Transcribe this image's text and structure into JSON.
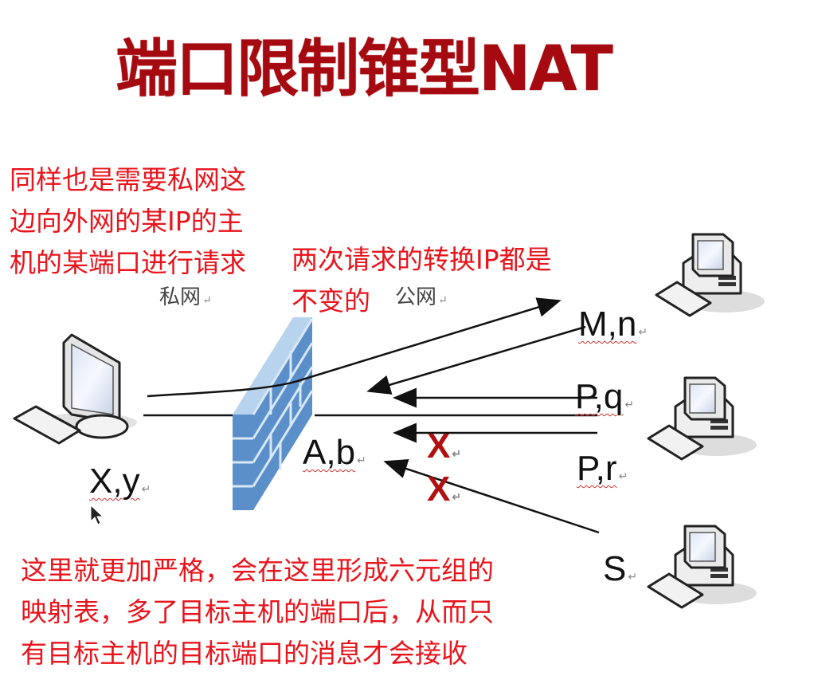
{
  "title": "端口限制锥型NAT",
  "notes": {
    "top_left": [
      "同样也是需要私网这",
      "边向外网的某IP的主",
      "机的某端口进行请求"
    ],
    "top_center": [
      "两次请求的转换IP都是",
      "不变的"
    ],
    "bottom": [
      "这里就更加严格，会在这里形成六元组的",
      "映射表，多了目标主机的端口后，从而只",
      "有目标主机的目标端口的消息才会接收"
    ]
  },
  "labels": {
    "private_net": "私网",
    "public_net": "公网",
    "return_mark": "↵"
  },
  "nodes": {
    "client": {
      "addr": "X,y"
    },
    "nat": {
      "addr": "A,b"
    },
    "host_m": {
      "addr": "M,n"
    },
    "host_p_q": {
      "addr": "P,q"
    },
    "host_p_r": {
      "addr": "P,r"
    },
    "host_s": {
      "addr": "S"
    }
  },
  "blocked": {
    "mark": "X",
    "count": 2
  },
  "colors": {
    "title": "#a50a10",
    "note": "#e8141c",
    "blocked": "#b01010",
    "firewall": "#5b8fc9",
    "firewall_light": "#a9c8e8"
  }
}
